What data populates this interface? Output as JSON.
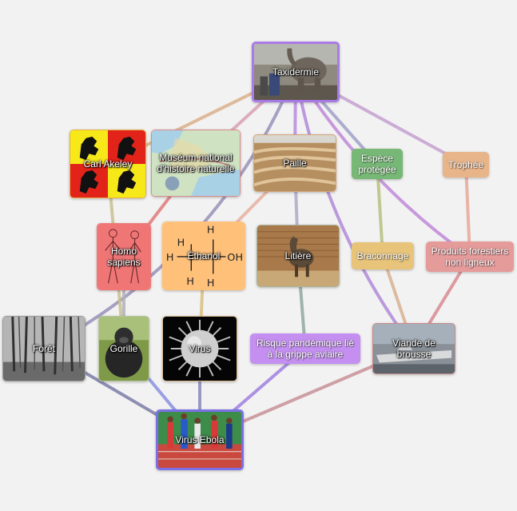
{
  "nodes": {
    "taxidermie": {
      "label": "Taxidermie",
      "image": "elephant-photo",
      "border": "#a97be6"
    },
    "carl_akeley": {
      "label": "Carl Akeley",
      "image": "hainaut-lions-flag",
      "border": "#e6b04a"
    },
    "museum": {
      "label": "Muséum national d'histoire naturelle",
      "image": "france-map",
      "border": "#d98c8c"
    },
    "paille": {
      "label": "Paille",
      "image": "straw-field-photo",
      "border": "#d4a77c"
    },
    "espece": {
      "label": "Espèce protégée",
      "fill": "#77b877",
      "border": "#77b877"
    },
    "trophee": {
      "label": "Trophée",
      "fill": "#e8b48a",
      "border": "#e8b48a"
    },
    "homo": {
      "label": "Homo sapiens",
      "image": "human-figures-drawing",
      "border": "#ee7878"
    },
    "ethanol": {
      "label": "Éthanol",
      "image": "ethanol-structure",
      "border": "#ffc07a"
    },
    "litiere": {
      "label": "Litière",
      "image": "horse-stable-photo",
      "border": "#a9b6a0"
    },
    "braconnage": {
      "label": "Braconnage",
      "fill": "#e8c47a",
      "border": "#e8c47a"
    },
    "produits": {
      "label": "Produits forestiers non ligneux",
      "fill": "#e69b9b",
      "border": "#e69b9b"
    },
    "foret": {
      "label": "Forêt",
      "image": "forest-photo",
      "border": "#9a9a9a"
    },
    "gorille": {
      "label": "Gorille",
      "image": "gorilla-photo",
      "border": "#b8c6a0"
    },
    "virus": {
      "label": "Virus",
      "image": "virus-render",
      "border": "#d9b98a"
    },
    "risque": {
      "label": "Risque pandémique lié à la grippe aviaire",
      "fill": "#c48ff0",
      "border": "#c48ff0"
    },
    "viande": {
      "label": "Viande de brousse",
      "image": "military-ship-photo",
      "border": "#c68a8a"
    },
    "ebola": {
      "label": "Virus Ebola",
      "image": "athletes-track-photo",
      "border": "#7a6fe6"
    }
  },
  "edges": [
    {
      "from": "taxidermie",
      "to": "carl_akeley",
      "color": "#d9b08a"
    },
    {
      "from": "taxidermie",
      "to": "museum",
      "color": "#d9a0b0"
    },
    {
      "from": "taxidermie",
      "to": "paille",
      "color": "#b88ae0"
    },
    {
      "from": "taxidermie",
      "to": "espece",
      "color": "#a0a0c8"
    },
    {
      "from": "taxidermie",
      "to": "trophee",
      "color": "#c4a0d0"
    },
    {
      "from": "taxidermie",
      "to": "foret",
      "color": "#9a90b8"
    },
    {
      "from": "taxidermie",
      "to": "produits",
      "color": "#c088d8"
    },
    {
      "from": "taxidermie",
      "to": "viande",
      "color": "#b08ad8"
    },
    {
      "from": "carl_akeley",
      "to": "gorille",
      "color": "#c8c090"
    },
    {
      "from": "museum",
      "to": "homo",
      "color": "#e07a7a"
    },
    {
      "from": "paille",
      "to": "ethanol",
      "color": "#e8b0a0"
    },
    {
      "from": "paille",
      "to": "litiere",
      "color": "#b0a8c8"
    },
    {
      "from": "espece",
      "to": "braconnage",
      "color": "#b8c080"
    },
    {
      "from": "trophee",
      "to": "produits",
      "color": "#e8a898"
    },
    {
      "from": "homo",
      "to": "gorille",
      "color": "#b0b0b8"
    },
    {
      "from": "ethanol",
      "to": "virus",
      "color": "#d8c080"
    },
    {
      "from": "litiere",
      "to": "risque",
      "color": "#90a8a0"
    },
    {
      "from": "braconnage",
      "to": "viande",
      "color": "#d8b090"
    },
    {
      "from": "produits",
      "to": "viande",
      "color": "#d88a90"
    },
    {
      "from": "foret",
      "to": "ebola",
      "color": "#7c7ca8"
    },
    {
      "from": "gorille",
      "to": "ebola",
      "color": "#8a90e0"
    },
    {
      "from": "virus",
      "to": "ebola",
      "color": "#8a88b8"
    },
    {
      "from": "risque",
      "to": "ebola",
      "color": "#a080e0"
    },
    {
      "from": "viande",
      "to": "ebola",
      "color": "#c89098"
    }
  ]
}
